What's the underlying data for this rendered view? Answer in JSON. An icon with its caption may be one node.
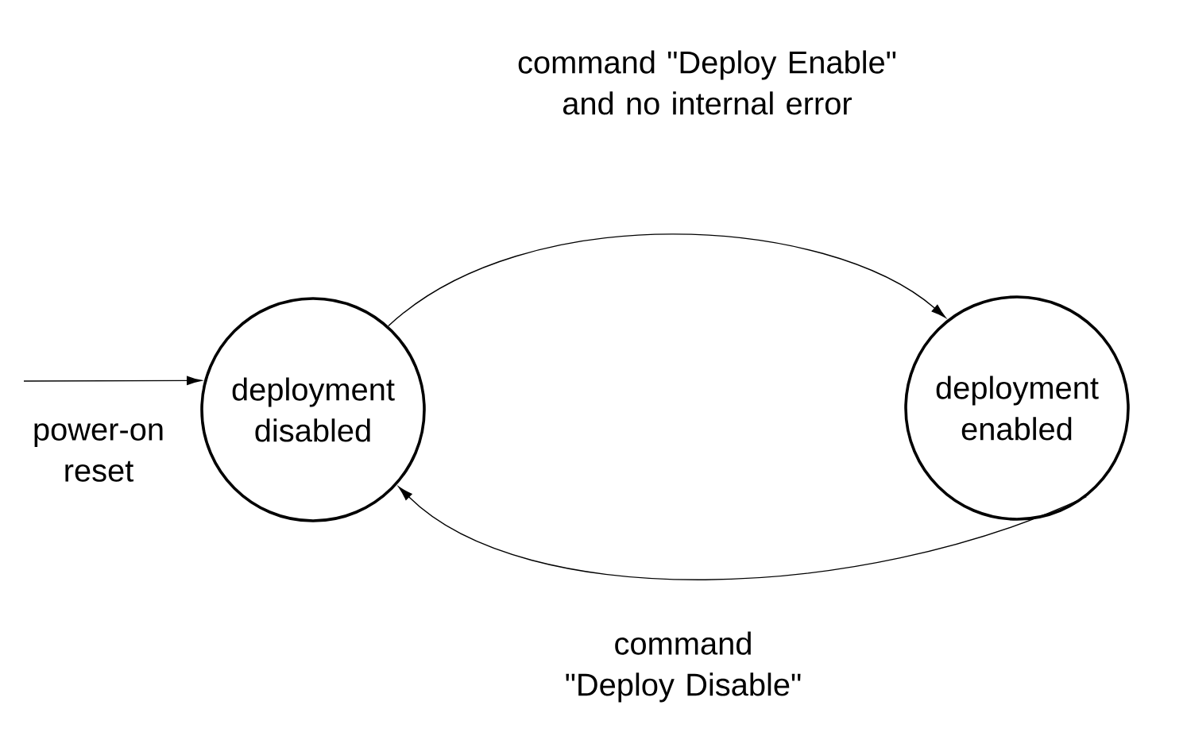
{
  "diagram": {
    "nodes": [
      {
        "text": [
          "deployment disabled"
        ]
      },
      {
        "text": [
          "deployment enabled"
        ]
      }
    ],
    "edges": [
      {
        "from": null,
        "to": 0,
        "arrow": "to",
        "label": "power-on reset"
      },
      {
        "from": 0,
        "to": 1,
        "arrow": "to",
        "label": "command \"Deploy Enable\" and no internal error"
      },
      {
        "from": 1,
        "to": 0,
        "arrow": "to",
        "label": "command \"Deploy Disable\""
      }
    ]
  }
}
